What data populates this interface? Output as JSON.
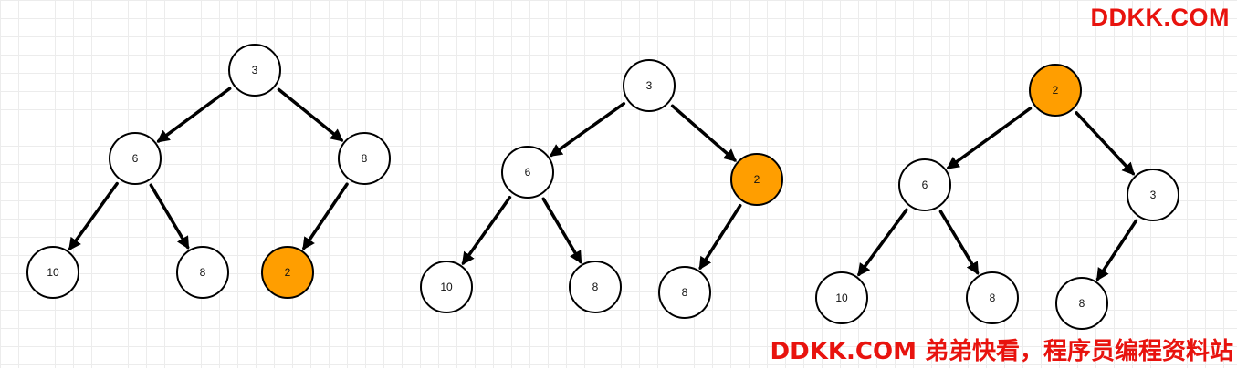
{
  "watermarks": {
    "top": "DDKK.COM",
    "bottom": "DDKK.COM 弟弟快看，程序员编程资料站"
  },
  "colors": {
    "highlight": "#ff9e00",
    "node_fill": "#ffffff",
    "stroke": "#000000",
    "watermark": "#e8130e"
  },
  "trees": [
    {
      "id": "tree-1",
      "nodes": [
        {
          "id": "root",
          "label": "3",
          "highlight": false
        },
        {
          "id": "left",
          "label": "6",
          "highlight": false
        },
        {
          "id": "right",
          "label": "8",
          "highlight": false
        },
        {
          "id": "left-left",
          "label": "10",
          "highlight": false
        },
        {
          "id": "left-right",
          "label": "8",
          "highlight": false
        },
        {
          "id": "right-left",
          "label": "2",
          "highlight": true
        }
      ],
      "edges": [
        [
          "root",
          "left"
        ],
        [
          "root",
          "right"
        ],
        [
          "left",
          "left-left"
        ],
        [
          "left",
          "left-right"
        ],
        [
          "right",
          "right-left"
        ]
      ]
    },
    {
      "id": "tree-2",
      "nodes": [
        {
          "id": "root",
          "label": "3",
          "highlight": false
        },
        {
          "id": "left",
          "label": "6",
          "highlight": false
        },
        {
          "id": "right",
          "label": "2",
          "highlight": true
        },
        {
          "id": "left-left",
          "label": "10",
          "highlight": false
        },
        {
          "id": "left-right",
          "label": "8",
          "highlight": false
        },
        {
          "id": "right-left",
          "label": "8",
          "highlight": false
        }
      ],
      "edges": [
        [
          "root",
          "left"
        ],
        [
          "root",
          "right"
        ],
        [
          "left",
          "left-left"
        ],
        [
          "left",
          "left-right"
        ],
        [
          "right",
          "right-left"
        ]
      ]
    },
    {
      "id": "tree-3",
      "nodes": [
        {
          "id": "root",
          "label": "2",
          "highlight": true
        },
        {
          "id": "left",
          "label": "6",
          "highlight": false
        },
        {
          "id": "right",
          "label": "3",
          "highlight": false
        },
        {
          "id": "left-left",
          "label": "10",
          "highlight": false
        },
        {
          "id": "left-right",
          "label": "8",
          "highlight": false
        },
        {
          "id": "right-left",
          "label": "8",
          "highlight": false
        }
      ],
      "edges": [
        [
          "root",
          "left"
        ],
        [
          "root",
          "right"
        ],
        [
          "left",
          "left-left"
        ],
        [
          "left",
          "left-right"
        ],
        [
          "right",
          "right-left"
        ]
      ]
    }
  ]
}
